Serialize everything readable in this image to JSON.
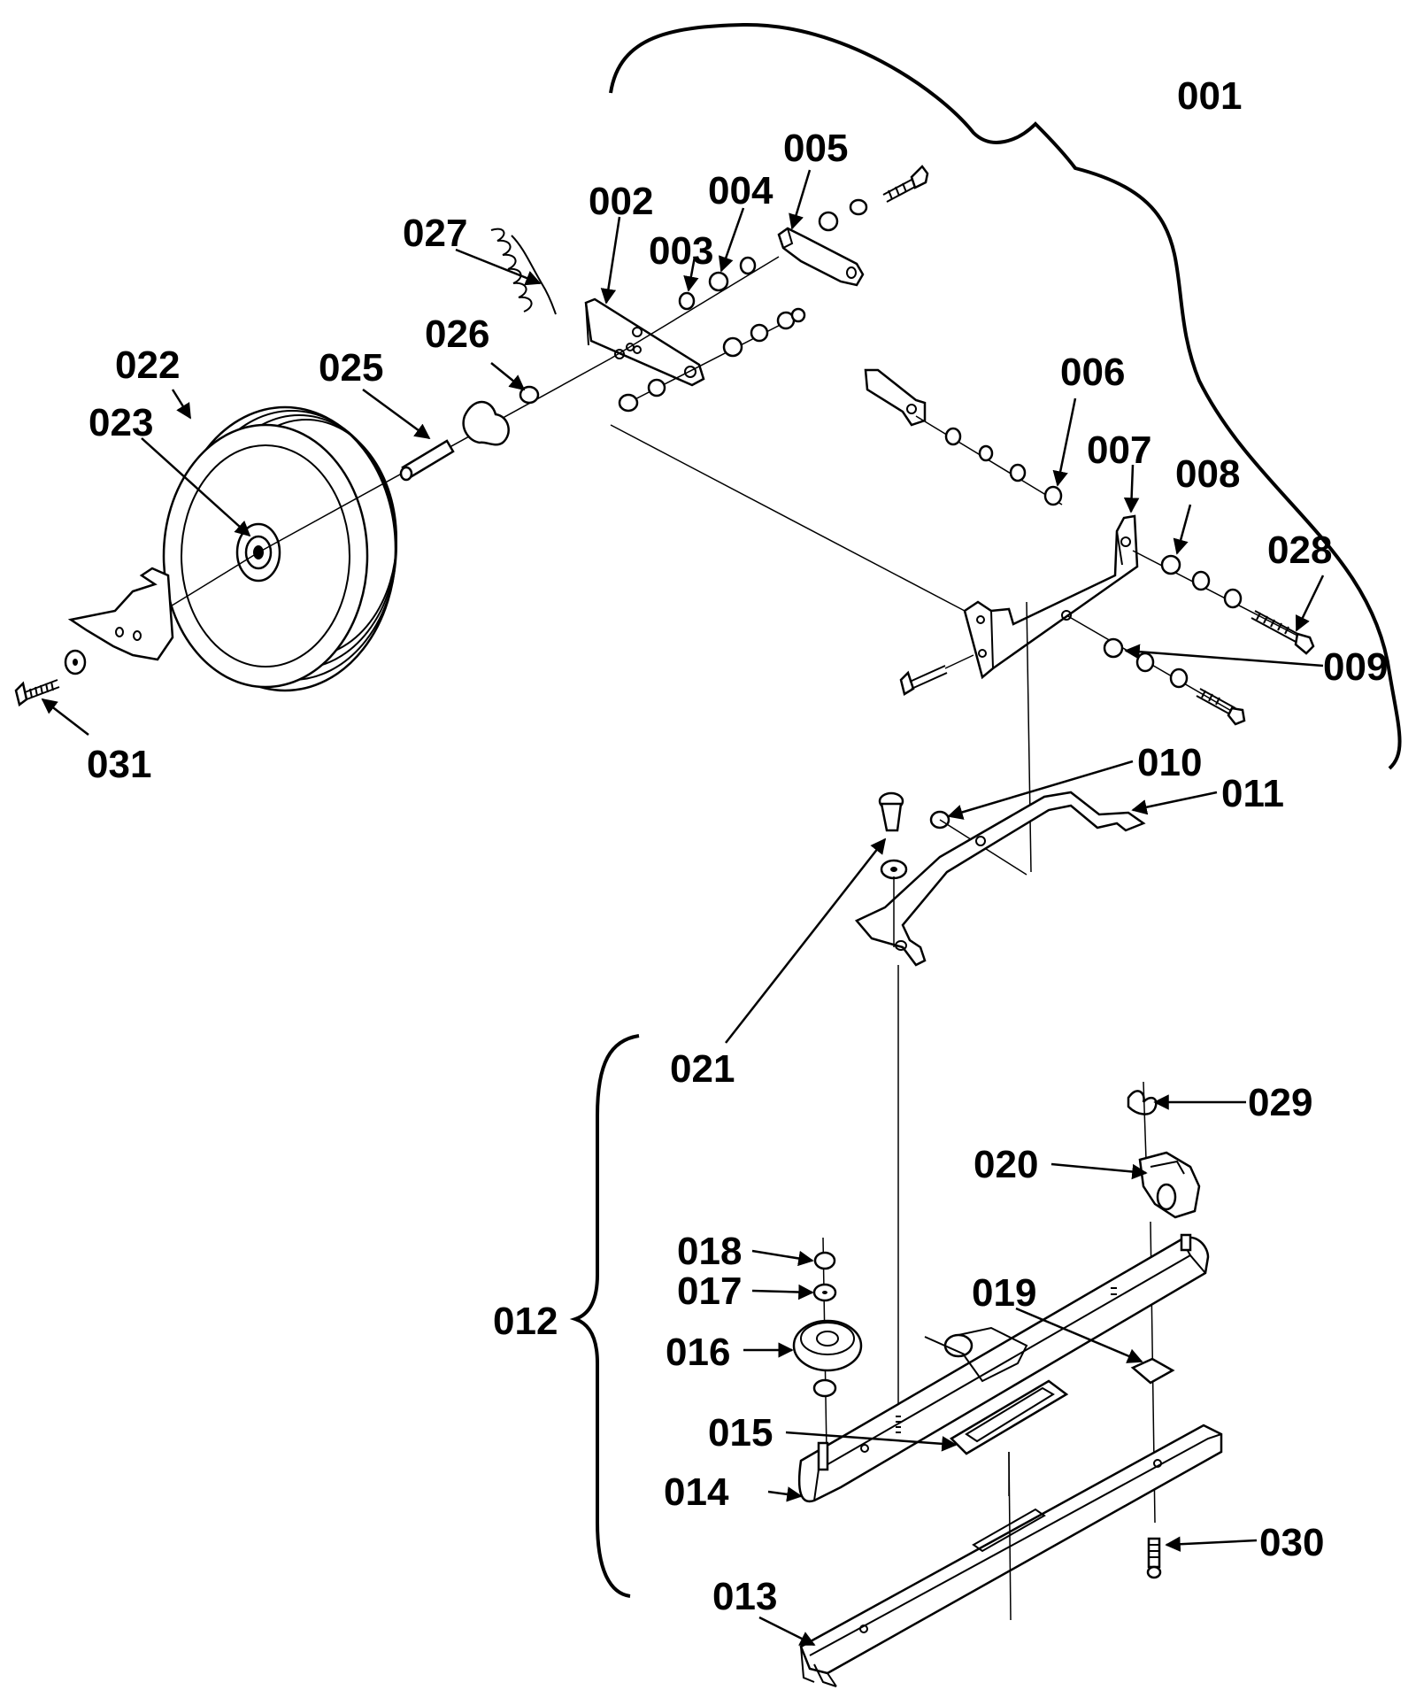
{
  "diagram": {
    "labels": [
      {
        "id": "p001",
        "text": "001"
      },
      {
        "id": "p002",
        "text": "002"
      },
      {
        "id": "p003",
        "text": "003"
      },
      {
        "id": "p004",
        "text": "004"
      },
      {
        "id": "p005",
        "text": "005"
      },
      {
        "id": "p006",
        "text": "006"
      },
      {
        "id": "p007",
        "text": "007"
      },
      {
        "id": "p008",
        "text": "008"
      },
      {
        "id": "p009",
        "text": "009"
      },
      {
        "id": "p010",
        "text": "010"
      },
      {
        "id": "p011",
        "text": "011"
      },
      {
        "id": "p012",
        "text": "012"
      },
      {
        "id": "p013",
        "text": "013"
      },
      {
        "id": "p014",
        "text": "014"
      },
      {
        "id": "p015",
        "text": "015"
      },
      {
        "id": "p016",
        "text": "016"
      },
      {
        "id": "p017",
        "text": "017"
      },
      {
        "id": "p018",
        "text": "018"
      },
      {
        "id": "p019",
        "text": "019"
      },
      {
        "id": "p020",
        "text": "020"
      },
      {
        "id": "p021",
        "text": "021"
      },
      {
        "id": "p022",
        "text": "022"
      },
      {
        "id": "p023",
        "text": "023"
      },
      {
        "id": "p025",
        "text": "025"
      },
      {
        "id": "p026",
        "text": "026"
      },
      {
        "id": "p027",
        "text": "027"
      },
      {
        "id": "p028",
        "text": "028"
      },
      {
        "id": "p029",
        "text": "029"
      },
      {
        "id": "p030",
        "text": "030"
      },
      {
        "id": "p031",
        "text": "031"
      }
    ]
  }
}
